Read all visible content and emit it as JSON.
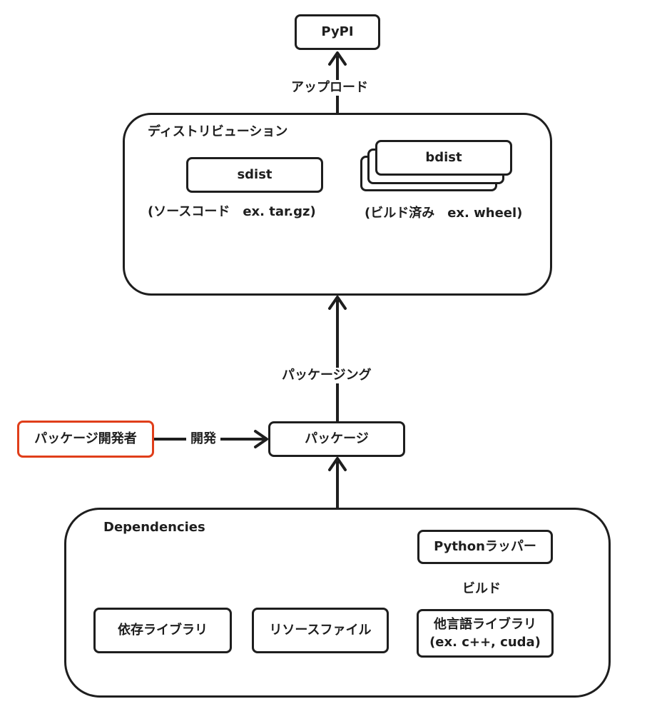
{
  "nodes": {
    "pypi": "PyPI",
    "distribution_title": "ディストリビューション",
    "sdist": "sdist",
    "sdist_caption": "(ソースコード　ex. tar.gz)",
    "bdist": "bdist",
    "bdist_caption": "(ビルド済み　ex. wheel)",
    "package": "パッケージ",
    "developer": "パッケージ開発者",
    "dependencies_title": "Dependencies",
    "python_wrapper": "Pythonラッパー",
    "dep_library": "依存ライブラリ",
    "resource_file": "リソースファイル",
    "other_lang_library_line1": "他言語ライブラリ",
    "other_lang_library_line2": "(ex. c++, cuda)"
  },
  "edges": {
    "upload": "アップロード",
    "packaging": "パッケージング",
    "develop": "開発",
    "build": "ビルド"
  },
  "colors": {
    "stroke": "#1e1e1e",
    "developer_border": "#e03e1a"
  }
}
